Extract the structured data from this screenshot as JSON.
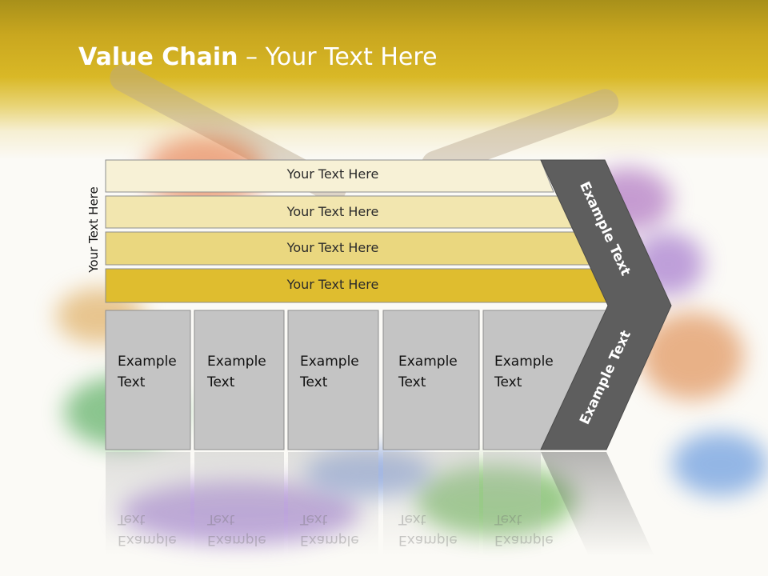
{
  "slide": {
    "title_bold": "Value Chain",
    "title_rest": " – Your Text Here",
    "side_label": "Your Text Here",
    "bars": [
      {
        "label": "Your Text Here",
        "color": "#f7f1d6"
      },
      {
        "label": "Your Text Here",
        "color": "#f2e6af"
      },
      {
        "label": "Your Text Here",
        "color": "#ead77f"
      },
      {
        "label": "Your Text Here",
        "color": "#dfbd2f"
      }
    ],
    "boxes": [
      {
        "line1": "Example",
        "line2": "Text"
      },
      {
        "line1": "Example",
        "line2": "Text"
      },
      {
        "line1": "Example",
        "line2": "Text"
      },
      {
        "line1": "Example",
        "line2": "Text"
      },
      {
        "line1": "Example",
        "line2": "Text"
      }
    ],
    "chevron_upper_label": "Example Text",
    "chevron_lower_label": "Example Text",
    "colors": {
      "header": "#d9b826",
      "box_fill": "#c4c4c4",
      "chevron_fill": "#5e5e5e"
    }
  }
}
